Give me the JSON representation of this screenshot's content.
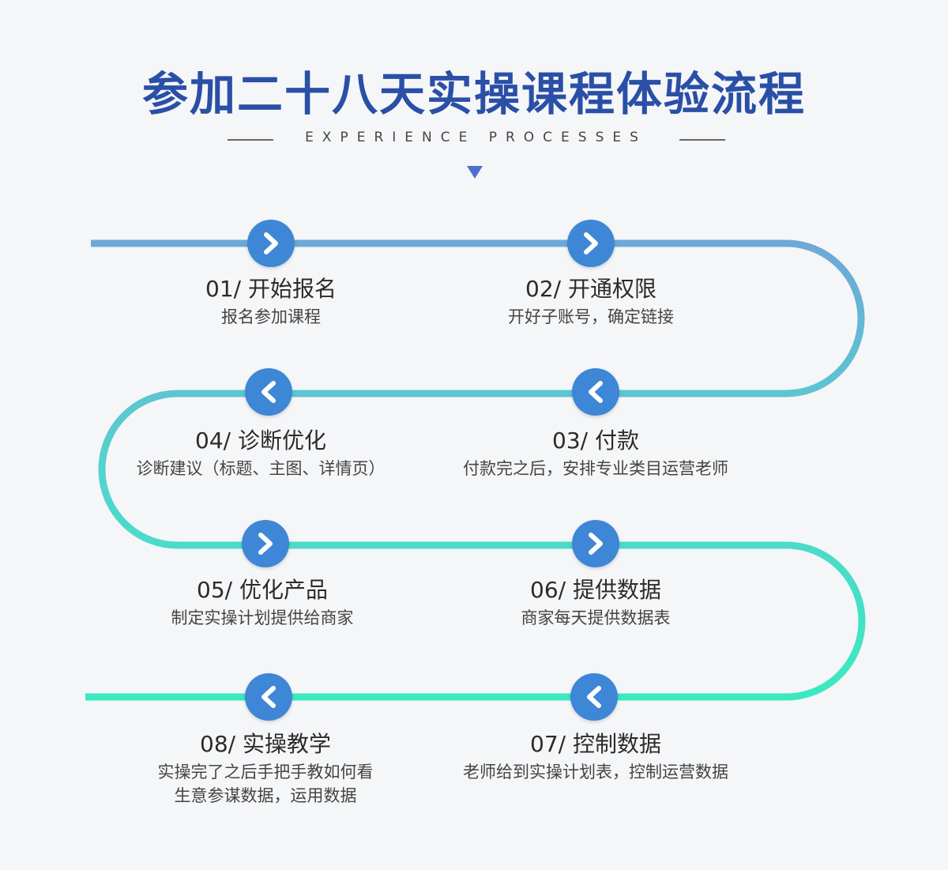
{
  "header": {
    "title": "参加二十八天实操课程体验流程",
    "subtitle": "EXPERIENCE PROCESSES"
  },
  "colors": {
    "title": "#2a4fa6",
    "node": "#3e86d6",
    "path_start": "#6fa7d6",
    "path_end": "#3be9c0"
  },
  "steps": [
    {
      "title": "01/ 开始报名",
      "desc": "报名参加课程",
      "arrow": "chevron-right"
    },
    {
      "title": "02/ 开通权限",
      "desc": "开好子账号，确定链接",
      "arrow": "chevron-right"
    },
    {
      "title": "03/ 付款",
      "desc": "付款完之后，安排专业类目运营老师",
      "arrow": "chevron-left"
    },
    {
      "title": "04/ 诊断优化",
      "desc": "诊断建议（标题、主图、详情页）",
      "arrow": "chevron-left"
    },
    {
      "title": "05/ 优化产品",
      "desc": "制定实操计划提供给商家",
      "arrow": "chevron-right"
    },
    {
      "title": "06/ 提供数据",
      "desc": "商家每天提供数据表",
      "arrow": "chevron-right"
    },
    {
      "title": "07/ 控制数据",
      "desc": "老师给到实操计划表，控制运营数据",
      "arrow": "chevron-left"
    },
    {
      "title": "08/ 实操教学",
      "desc": "实操完了之后手把手教如何看\n生意参谋数据，运用数据",
      "arrow": "chevron-left"
    }
  ]
}
